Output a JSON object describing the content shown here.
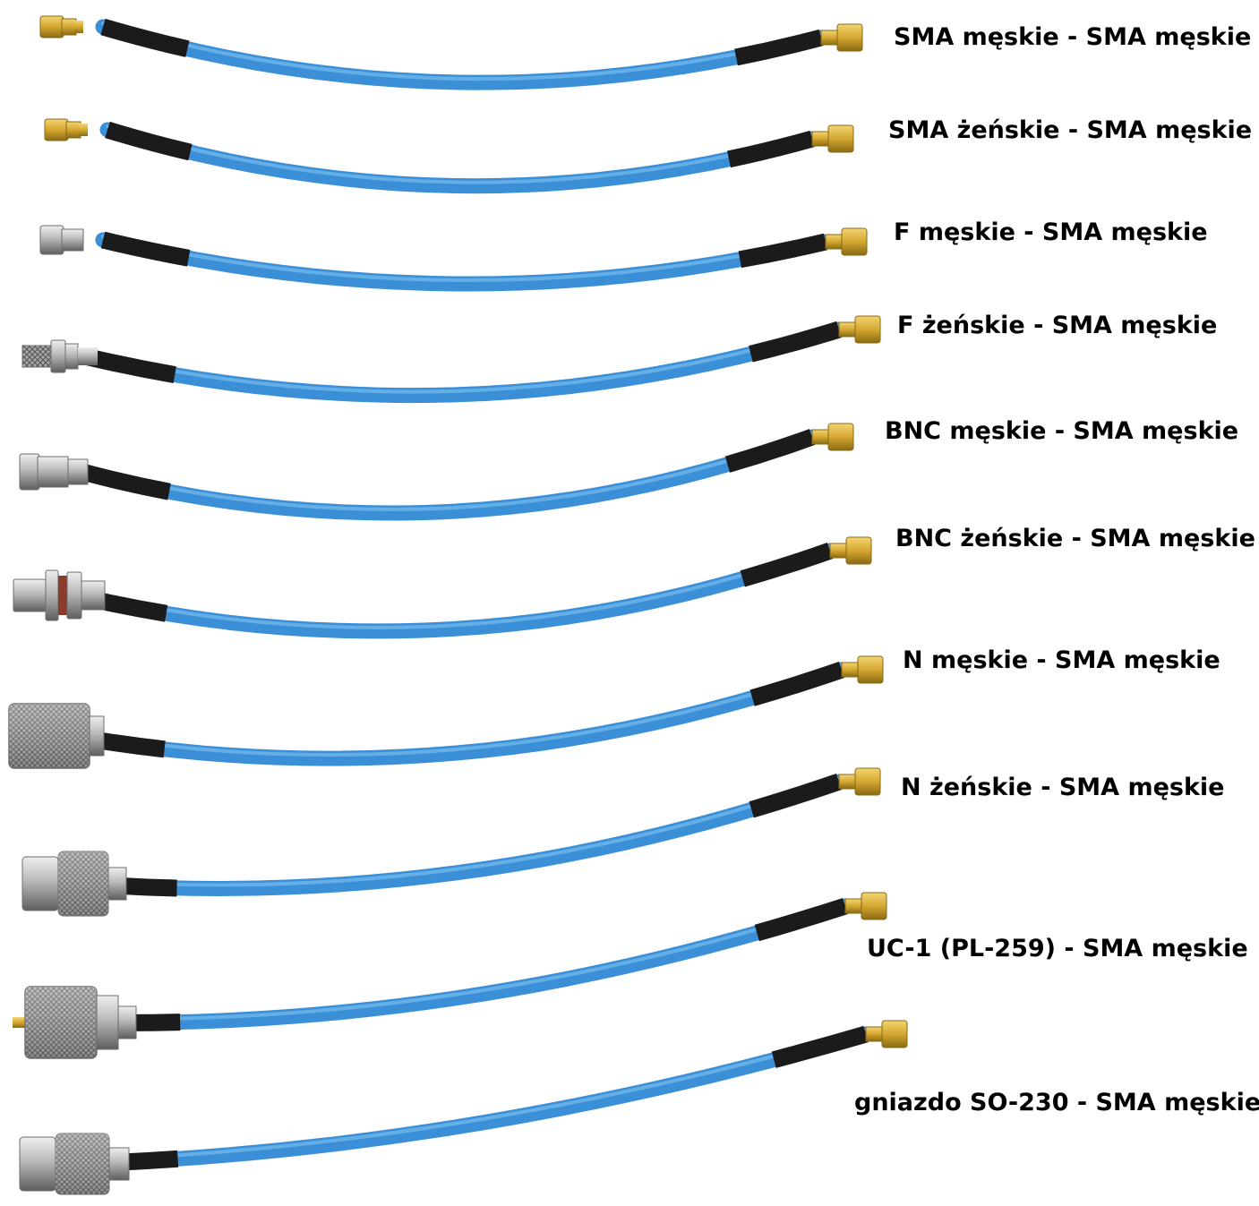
{
  "colors": {
    "cable_blue": "#3b8fd6",
    "cable_blue_highlight": "#6fb6ec",
    "heat_shrink": "#1b1b1b",
    "gold": "#d4a731",
    "gold_dark": "#8a6a14",
    "nickel": "#b9b9b9",
    "nickel_dark": "#6e6e6e",
    "label_text": "#000000"
  },
  "cables": [
    {
      "label": "SMA męskie - SMA męskie",
      "left_connector": "sma-male-gold-icon"
    },
    {
      "label": "SMA żeńskie - SMA męskie",
      "left_connector": "sma-female-gold-icon"
    },
    {
      "label": "F męskie - SMA męskie",
      "left_connector": "f-male-nickel-icon"
    },
    {
      "label": "F żeńskie - SMA męskie",
      "left_connector": "f-female-nickel-icon"
    },
    {
      "label": "BNC męskie - SMA męskie",
      "left_connector": "bnc-male-nickel-icon"
    },
    {
      "label": "BNC żeńskie - SMA męskie",
      "left_connector": "bnc-female-nickel-icon"
    },
    {
      "label": "N męskie - SMA męskie",
      "left_connector": "n-male-nickel-icon"
    },
    {
      "label": "N żeńskie - SMA męskie",
      "left_connector": "n-female-nickel-icon"
    },
    {
      "label": "UC-1 (PL-259) - SMA męskie",
      "left_connector": "uc1-pl259-nickel-icon"
    },
    {
      "label": "gniazdo SO-230 - SMA męskie",
      "left_connector": "so230-socket-nickel-icon"
    }
  ]
}
